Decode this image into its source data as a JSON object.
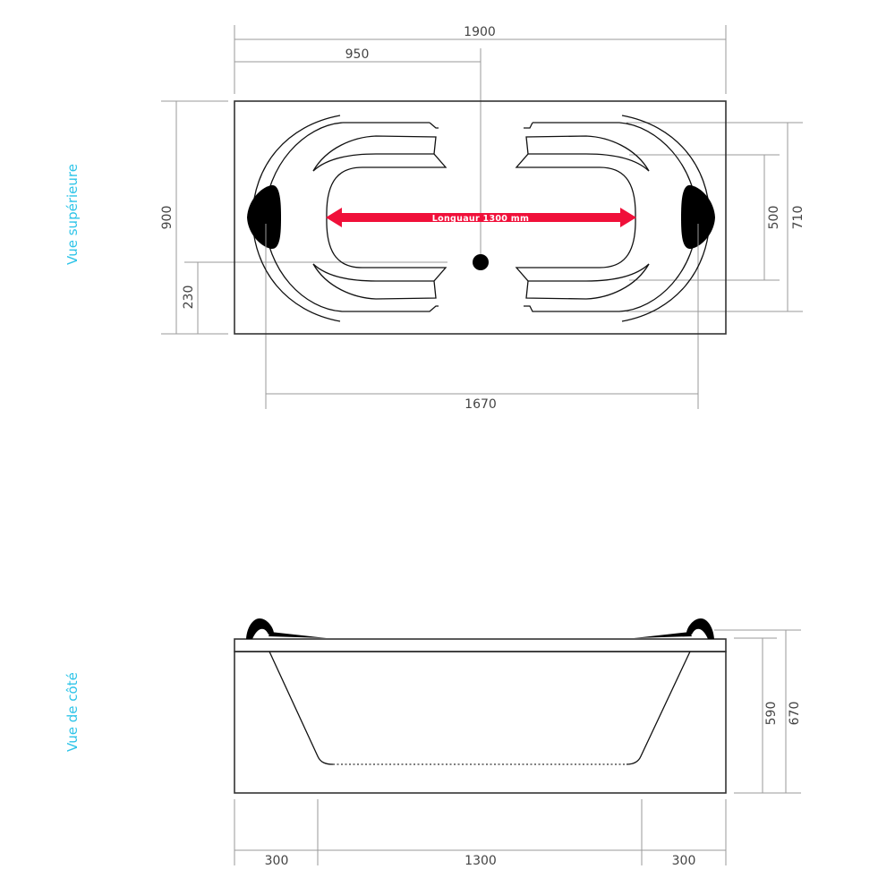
{
  "top_view": {
    "label": "Vue supérieure",
    "dimensions": {
      "total_length": "1900",
      "half_length": "950",
      "width": "900",
      "drain_offset": "230",
      "inner_length": "1670",
      "inner_width_500": "500",
      "inner_width_710": "710"
    },
    "arrow_label": "Longuaur 1300 mm",
    "arrow_color": "#f0103a"
  },
  "side_view": {
    "label": "Vue de côté",
    "dimensions": {
      "height_590": "590",
      "height_670": "670",
      "left_segment": "300",
      "center_segment": "1300",
      "right_segment": "300"
    }
  },
  "colors": {
    "label_color": "#2ec4e8",
    "dim_line_color": "#9a9a9a",
    "outline_color": "#333333"
  }
}
